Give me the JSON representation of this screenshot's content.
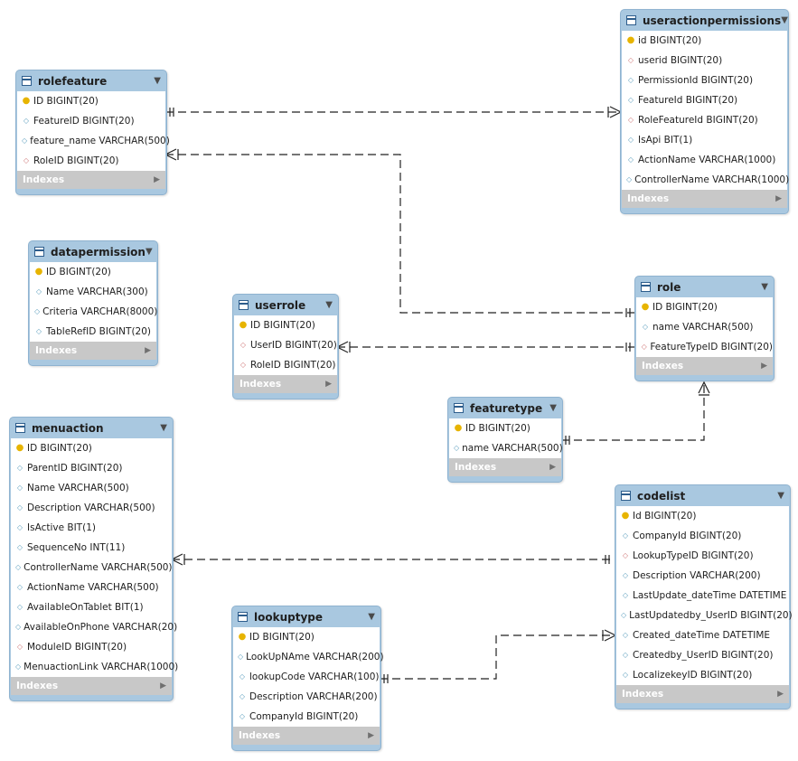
{
  "tables": [
    {
      "id": "rolefeature",
      "name": "rolefeature",
      "indexes_label": "Indexes",
      "columns": [
        {
          "text": "ID BIGINT(20)",
          "icon": "pk"
        },
        {
          "text": "FeatureID BIGINT(20)",
          "icon": "nn"
        },
        {
          "text": "feature_name VARCHAR(500)",
          "icon": "nn"
        },
        {
          "text": "RoleID BIGINT(20)",
          "icon": "fk"
        }
      ]
    },
    {
      "id": "useractionpermissions",
      "name": "useractionpermissions",
      "indexes_label": "Indexes",
      "columns": [
        {
          "text": "id BIGINT(20)",
          "icon": "pk"
        },
        {
          "text": "userid BIGINT(20)",
          "icon": "fk"
        },
        {
          "text": "PermissionId BIGINT(20)",
          "icon": "nn"
        },
        {
          "text": "FeatureId BIGINT(20)",
          "icon": "nn"
        },
        {
          "text": "RoleFeatureId BIGINT(20)",
          "icon": "fk"
        },
        {
          "text": "IsApi BIT(1)",
          "icon": "nn"
        },
        {
          "text": "ActionName VARCHAR(1000)",
          "icon": "nn"
        },
        {
          "text": "ControllerName VARCHAR(1000)",
          "icon": "nn"
        }
      ]
    },
    {
      "id": "datapermission",
      "name": "datapermission",
      "indexes_label": "Indexes",
      "columns": [
        {
          "text": "ID BIGINT(20)",
          "icon": "pk"
        },
        {
          "text": "Name VARCHAR(300)",
          "icon": "nn"
        },
        {
          "text": "Criteria VARCHAR(8000)",
          "icon": "nn"
        },
        {
          "text": "TableRefID BIGINT(20)",
          "icon": "nn"
        }
      ]
    },
    {
      "id": "userrole",
      "name": "userrole",
      "indexes_label": "Indexes",
      "columns": [
        {
          "text": "ID BIGINT(20)",
          "icon": "pk"
        },
        {
          "text": "UserID BIGINT(20)",
          "icon": "fk"
        },
        {
          "text": "RoleID BIGINT(20)",
          "icon": "fk"
        }
      ]
    },
    {
      "id": "role",
      "name": "role",
      "indexes_label": "Indexes",
      "columns": [
        {
          "text": "ID BIGINT(20)",
          "icon": "pk"
        },
        {
          "text": "name VARCHAR(500)",
          "icon": "nn"
        },
        {
          "text": "FeatureTypeID BIGINT(20)",
          "icon": "fk"
        }
      ]
    },
    {
      "id": "featuretype",
      "name": "featuretype",
      "indexes_label": "Indexes",
      "columns": [
        {
          "text": "ID BIGINT(20)",
          "icon": "pk"
        },
        {
          "text": "name VARCHAR(500)",
          "icon": "nn"
        }
      ]
    },
    {
      "id": "menuaction",
      "name": "menuaction",
      "indexes_label": "Indexes",
      "columns": [
        {
          "text": "ID BIGINT(20)",
          "icon": "pk"
        },
        {
          "text": "ParentID BIGINT(20)",
          "icon": "nn"
        },
        {
          "text": "Name VARCHAR(500)",
          "icon": "nn"
        },
        {
          "text": "Description VARCHAR(500)",
          "icon": "nn"
        },
        {
          "text": "IsActive BIT(1)",
          "icon": "nn"
        },
        {
          "text": "SequenceNo INT(11)",
          "icon": "nn"
        },
        {
          "text": "ControllerName VARCHAR(500)",
          "icon": "nn"
        },
        {
          "text": "ActionName VARCHAR(500)",
          "icon": "nn"
        },
        {
          "text": "AvailableOnTablet BIT(1)",
          "icon": "nn"
        },
        {
          "text": "AvailableOnPhone VARCHAR(20)",
          "icon": "nn"
        },
        {
          "text": "ModuleID BIGINT(20)",
          "icon": "fk"
        },
        {
          "text": "MenuactionLink VARCHAR(1000)",
          "icon": "nn"
        }
      ]
    },
    {
      "id": "codelist",
      "name": "codelist",
      "indexes_label": "Indexes",
      "columns": [
        {
          "text": "Id BIGINT(20)",
          "icon": "pk"
        },
        {
          "text": "CompanyId BIGINT(20)",
          "icon": "nn"
        },
        {
          "text": "LookupTypeID BIGINT(20)",
          "icon": "fk"
        },
        {
          "text": "Description VARCHAR(200)",
          "icon": "nn"
        },
        {
          "text": "LastUpdate_dateTime DATETIME",
          "icon": "nn"
        },
        {
          "text": "LastUpdatedby_UserID BIGINT(20)",
          "icon": "nn"
        },
        {
          "text": "Created_dateTime DATETIME",
          "icon": "nn"
        },
        {
          "text": "Createdby_UserID BIGINT(20)",
          "icon": "nn"
        },
        {
          "text": "LocalizekeyID BIGINT(20)",
          "icon": "nn"
        }
      ]
    },
    {
      "id": "lookuptype",
      "name": "lookuptype",
      "indexes_label": "Indexes",
      "columns": [
        {
          "text": "ID BIGINT(20)",
          "icon": "pk"
        },
        {
          "text": "LookUpNAme VARCHAR(200)",
          "icon": "nn"
        },
        {
          "text": "lookupCode VARCHAR(100)",
          "icon": "nn"
        },
        {
          "text": "Description VARCHAR(200)",
          "icon": "nn"
        },
        {
          "text": "CompanyId BIGINT(20)",
          "icon": "nn"
        }
      ]
    }
  ],
  "relationships": [
    {
      "from": "rolefeature",
      "to": "useractionpermissions",
      "from_end": "one",
      "to_end": "many"
    },
    {
      "from": "rolefeature",
      "to": "role",
      "from_end": "many",
      "to_end": "one"
    },
    {
      "from": "userrole",
      "to": "role",
      "from_end": "many",
      "to_end": "one"
    },
    {
      "from": "featuretype",
      "to": "role",
      "from_end": "one",
      "to_end": "many"
    },
    {
      "from": "menuaction",
      "to": "codelist",
      "from_end": "many",
      "to_end": "one"
    },
    {
      "from": "lookuptype",
      "to": "codelist",
      "from_end": "one",
      "to_end": "many"
    }
  ]
}
